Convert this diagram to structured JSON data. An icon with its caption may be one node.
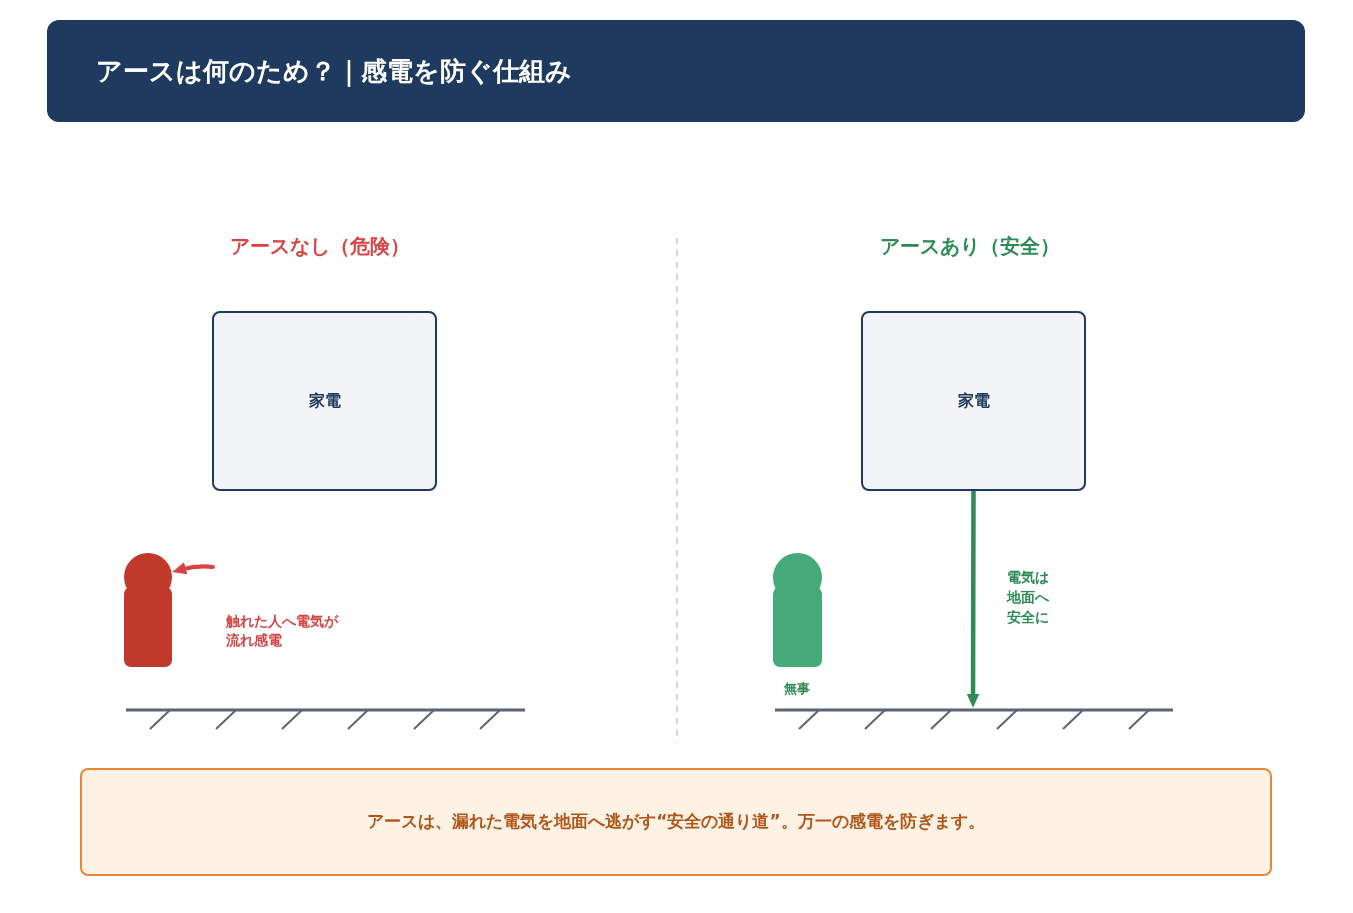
{
  "diagram": {
    "title": "アースは何のため？｜感電を防ぐ仕組み",
    "nodes": [
      {
        "text": [
          "家電"
        ]
      },
      {
        "text": [],
        "shape": "person",
        "beside": [
          "触れた人へ電気が流れ感電"
        ]
      },
      {
        "text": [],
        "shape": "ground"
      },
      {
        "text": [
          "家電"
        ]
      },
      {
        "text": [],
        "shape": "person",
        "beside": [
          "無事"
        ]
      },
      {
        "text": [],
        "shape": "ground"
      },
      {
        "text": [
          "アースは、漏れた電気を地面へ逃がす“安全の通り道”。万一の感電を防ぎます。"
        ]
      }
    ],
    "edges": [
      {
        "from": null,
        "to": 1,
        "arrow": "to",
        "color": "#d64545"
      },
      {
        "from": 3,
        "to": 5,
        "arrow": "to",
        "label": "電気は地面へ安全に",
        "color": "#2e8b57"
      }
    ],
    "labels": [
      "アースなし（危険）",
      "アースあり（安全）"
    ]
  }
}
